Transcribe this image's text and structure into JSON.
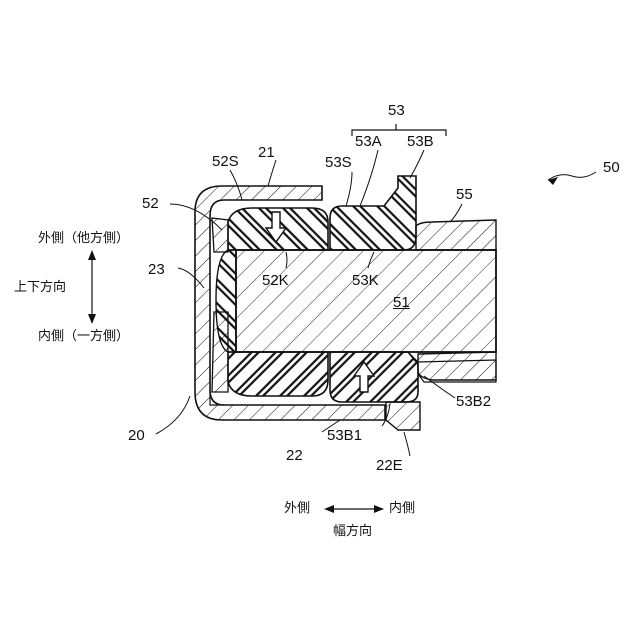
{
  "labels": {
    "l53": "53",
    "l53A": "53A",
    "l53B": "53B",
    "l50": "50",
    "l52S": "52S",
    "l21": "21",
    "l53S": "53S",
    "l55": "55",
    "l52": "52",
    "l52K": "52K",
    "l53K": "53K",
    "l51": "51",
    "l23": "23",
    "l53B2": "53B2",
    "l20": "20",
    "l22": "22",
    "l53B1": "53B1",
    "l22E": "22E"
  },
  "directions": {
    "vertical_top": "外側（他方側）",
    "vertical_axis": "上下方向",
    "vertical_bottom": "内側（一方側）",
    "width_left": "外側",
    "width_right": "内側",
    "width_axis": "幅方向"
  },
  "colors": {
    "ink": "#111111",
    "paper": "#ffffff"
  }
}
